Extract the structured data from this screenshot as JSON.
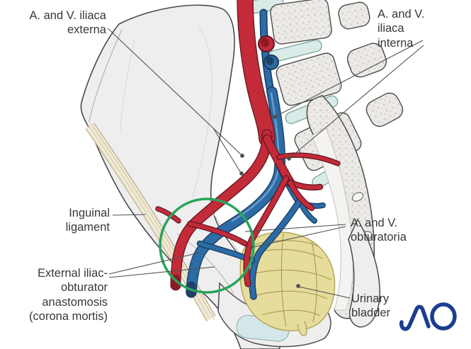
{
  "figure": {
    "type": "medical-anatomy-diagram",
    "subject": "Pelvic vessels and corona mortis anastomosis, lateral view of pelvis"
  },
  "labels": {
    "iliaca_externa": "A. and V. iliaca\nexterna",
    "iliaca_interna": "A. and V.\niliaca\ninterna",
    "inguinal_ligament": "Inguinal\nligament",
    "corona_mortis": "External iliac-\nobturator\nanastomosis\n(corona mortis)",
    "obturatoria": "A. and V.\nobturatoria",
    "urinary_bladder": "Urinary\nbladder"
  },
  "logo_text": "AO",
  "colors": {
    "artery": "#c32b38",
    "artery_outline": "#5f1522",
    "artery_dark": "#8c1a26",
    "vein": "#2b6ba6",
    "vein_outline": "#18395c",
    "vein_highlight": "#6d9cc8",
    "highlight_circle": "#29a45a",
    "bladder": "#e6dc9c",
    "bladder_line": "#a2954b",
    "bladder_outline": "#b3a75a",
    "bone": "#efeeee",
    "bone_outline": "#4b4b4b",
    "disc": "#d9eae7",
    "cartilage": "#d3e7e9",
    "ligament": "#f1ead6",
    "ligament_stripe": "#d7cdab",
    "leader_line": "#4f4f4f",
    "label_text": "#383838",
    "logo_blue": "#1c3d8f"
  }
}
